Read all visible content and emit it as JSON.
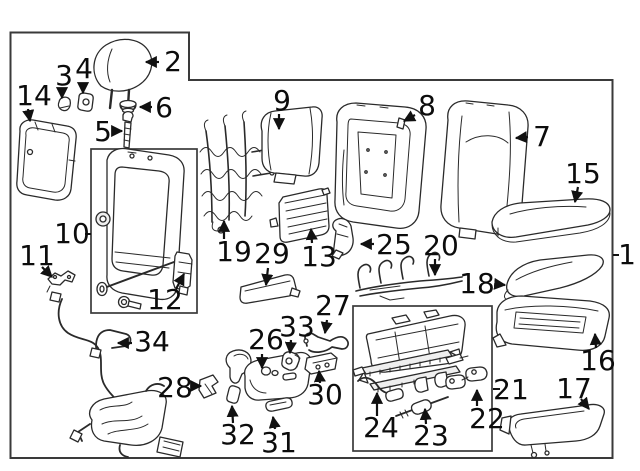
{
  "diagram": {
    "type": "exploded-parts-diagram",
    "subject": "front seat assembly components",
    "background_color": "#ffffff",
    "line_color": "#2a2a2a",
    "callout_count": 34
  },
  "callouts": [
    {
      "label": "1"
    },
    {
      "label": "2"
    },
    {
      "label": "3"
    },
    {
      "label": "4"
    },
    {
      "label": "5"
    },
    {
      "label": "6"
    },
    {
      "label": "7"
    },
    {
      "label": "8"
    },
    {
      "label": "9"
    },
    {
      "label": "10"
    },
    {
      "label": "11"
    },
    {
      "label": "12"
    },
    {
      "label": "13"
    },
    {
      "label": "14"
    },
    {
      "label": "15"
    },
    {
      "label": "16"
    },
    {
      "label": "17"
    },
    {
      "label": "18"
    },
    {
      "label": "19"
    },
    {
      "label": "20"
    },
    {
      "label": "21"
    },
    {
      "label": "22"
    },
    {
      "label": "23"
    },
    {
      "label": "24"
    },
    {
      "label": "25"
    },
    {
      "label": "26"
    },
    {
      "label": "27"
    },
    {
      "label": "28"
    },
    {
      "label": "29"
    },
    {
      "label": "30"
    },
    {
      "label": "31"
    },
    {
      "label": "32"
    },
    {
      "label": "33"
    },
    {
      "label": "34"
    }
  ]
}
